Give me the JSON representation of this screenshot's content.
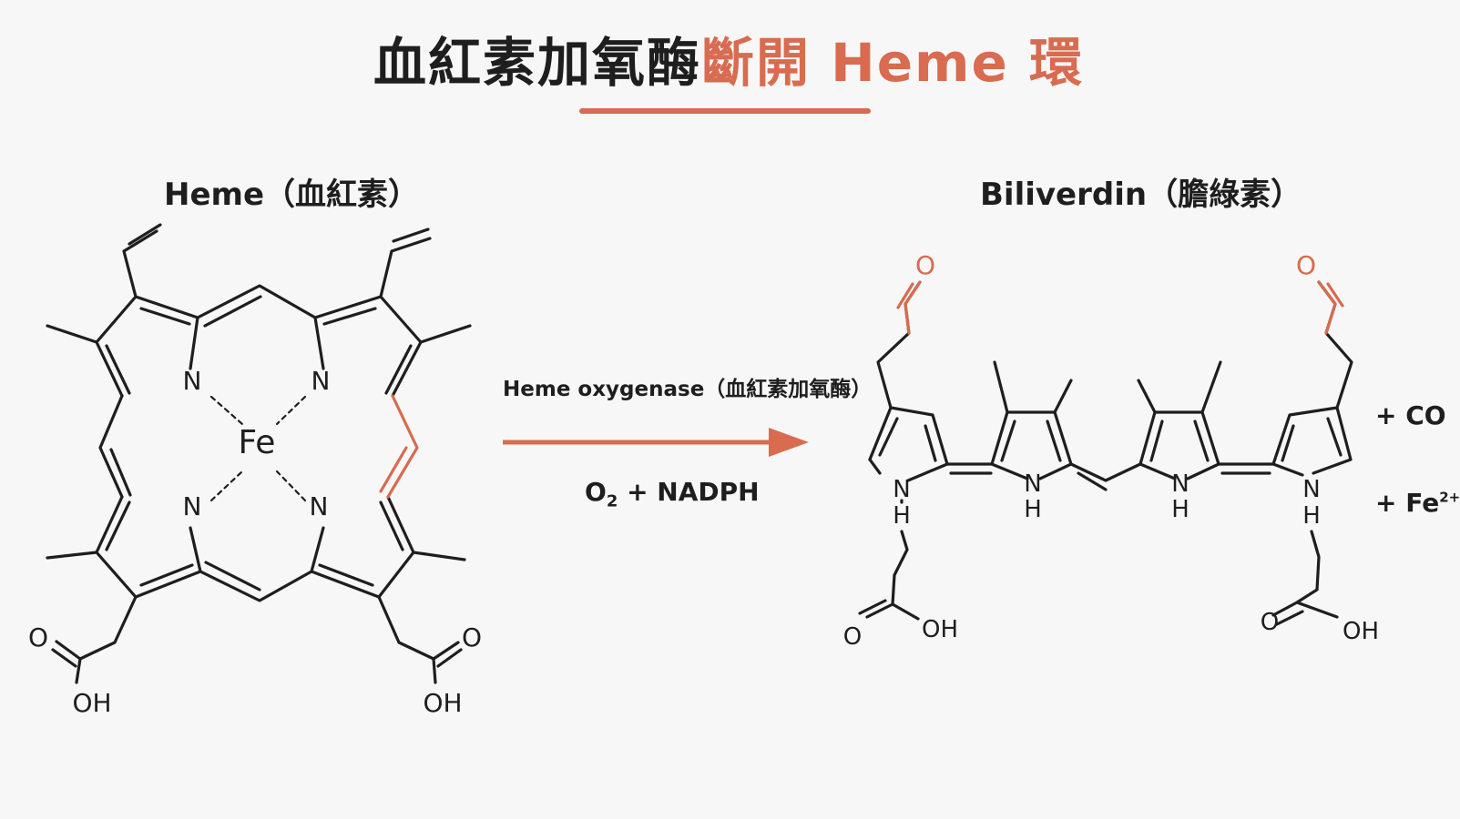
{
  "title": {
    "main": "血紅素加氧酶",
    "accent": "斷開 Heme 環"
  },
  "heme_label": "Heme（血紅素）",
  "biliverdin_label": "Biliverdin（膽綠素）",
  "reaction": {
    "enzyme": "Heme oxygenase（血紅素加氧酶）",
    "o_symbol": "O",
    "o_subscript": "2",
    "cofactor_rest": " + NADPH"
  },
  "products": {
    "co": "+ CO",
    "fe_base": "+ Fe",
    "fe_charge": "2+"
  },
  "atoms": {
    "fe": "Fe",
    "n": "N",
    "h": "H",
    "o": "O",
    "oh": "OH"
  },
  "colors": {
    "accent": "#d86b50",
    "ink": "#1e1e1e",
    "background": "#f7f7f7"
  }
}
